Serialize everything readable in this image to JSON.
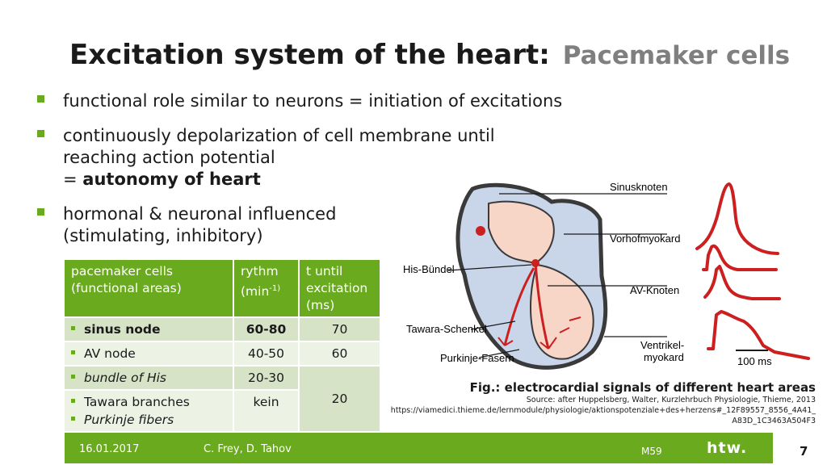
{
  "title": {
    "main": "Excitation system of the heart:",
    "sub": "Pacemaker cells"
  },
  "bullets": [
    {
      "text": "functional role similar to neurons = initiation of excitations"
    },
    {
      "line1": "continuously depolarization of cell membrane until",
      "line2": "reaching action potential",
      "line3_prefix": "= ",
      "line3_bold": "autonomy of heart"
    },
    {
      "line1": "hormonal & neuronal influenced",
      "line2": "(stimulating, inhibitory)"
    }
  ],
  "table": {
    "headers": {
      "col1_l1": "pacemaker cells",
      "col1_l2": "(functional areas)",
      "col2_l1": "rythm",
      "col2_l2": "(min",
      "col2_sup": "-1)",
      "col3_l1": "t until",
      "col3_l2": "excitation",
      "col3_l3": "(ms)"
    },
    "rows": [
      {
        "area": "sinus node",
        "rythm": "60-80",
        "t": "70"
      },
      {
        "area": "AV node",
        "rythm": "40-50",
        "t": "60"
      },
      {
        "area": "bundle of His",
        "rythm": "20-30"
      },
      {
        "area": "Tawara branches",
        "area2": "Purkinje fibers",
        "rythm": "kein"
      }
    ],
    "merged_t": "20"
  },
  "figure": {
    "labels": {
      "sinusknoten": "Sinusknoten",
      "vorhofmyokard": "Vorhofmyokard",
      "his": "His-Bündel",
      "av": "AV-Knoten",
      "tawara": "Tawara-Schenkel",
      "ventrikel_l1": "Ventrikel-",
      "ventrikel_l2": "myokard",
      "purkinje": "Purkinje-Fasern",
      "scale": "100 ms"
    },
    "signal_color": "#cc1f1f"
  },
  "caption": {
    "main": "Fig.: electrocardial signals of different heart areas",
    "source1": "Source: after Huppelsberg, Walter, Kurzlehrbuch Physiologie, Thieme, 2013",
    "source2": "https://viamedici.thieme.de/lernmodule/physiologie/aktionspotenziale+des+herzens#_12F89557_8556_4A41_",
    "source3": "A83D_1C3463A504F3"
  },
  "footer": {
    "date": "16.01.2017",
    "authors": "C. Frey, D. Tahov",
    "code": "M59",
    "logo": "htw."
  },
  "page_number": "7",
  "colors": {
    "accent": "#6aaa1e",
    "row_dark": "#d6e3c6",
    "row_light": "#ecf2e4"
  }
}
